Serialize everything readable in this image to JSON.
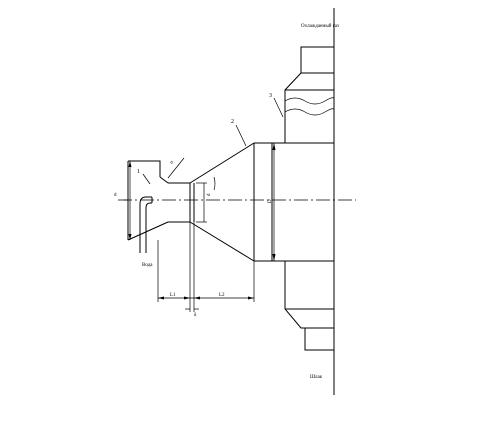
{
  "labels": {
    "top_right": "Охлаждаемый газ",
    "bottom_right": "Шлак",
    "water": "Вода",
    "left_axis": "d",
    "dim_l1": "L1",
    "dim_l2": "L2",
    "dim_delta": "δ",
    "dim_diameter": "D",
    "dim_angle": "α",
    "dim_small": "d"
  },
  "callouts": {
    "c1": "1",
    "c2": "2",
    "c3": "3"
  }
}
